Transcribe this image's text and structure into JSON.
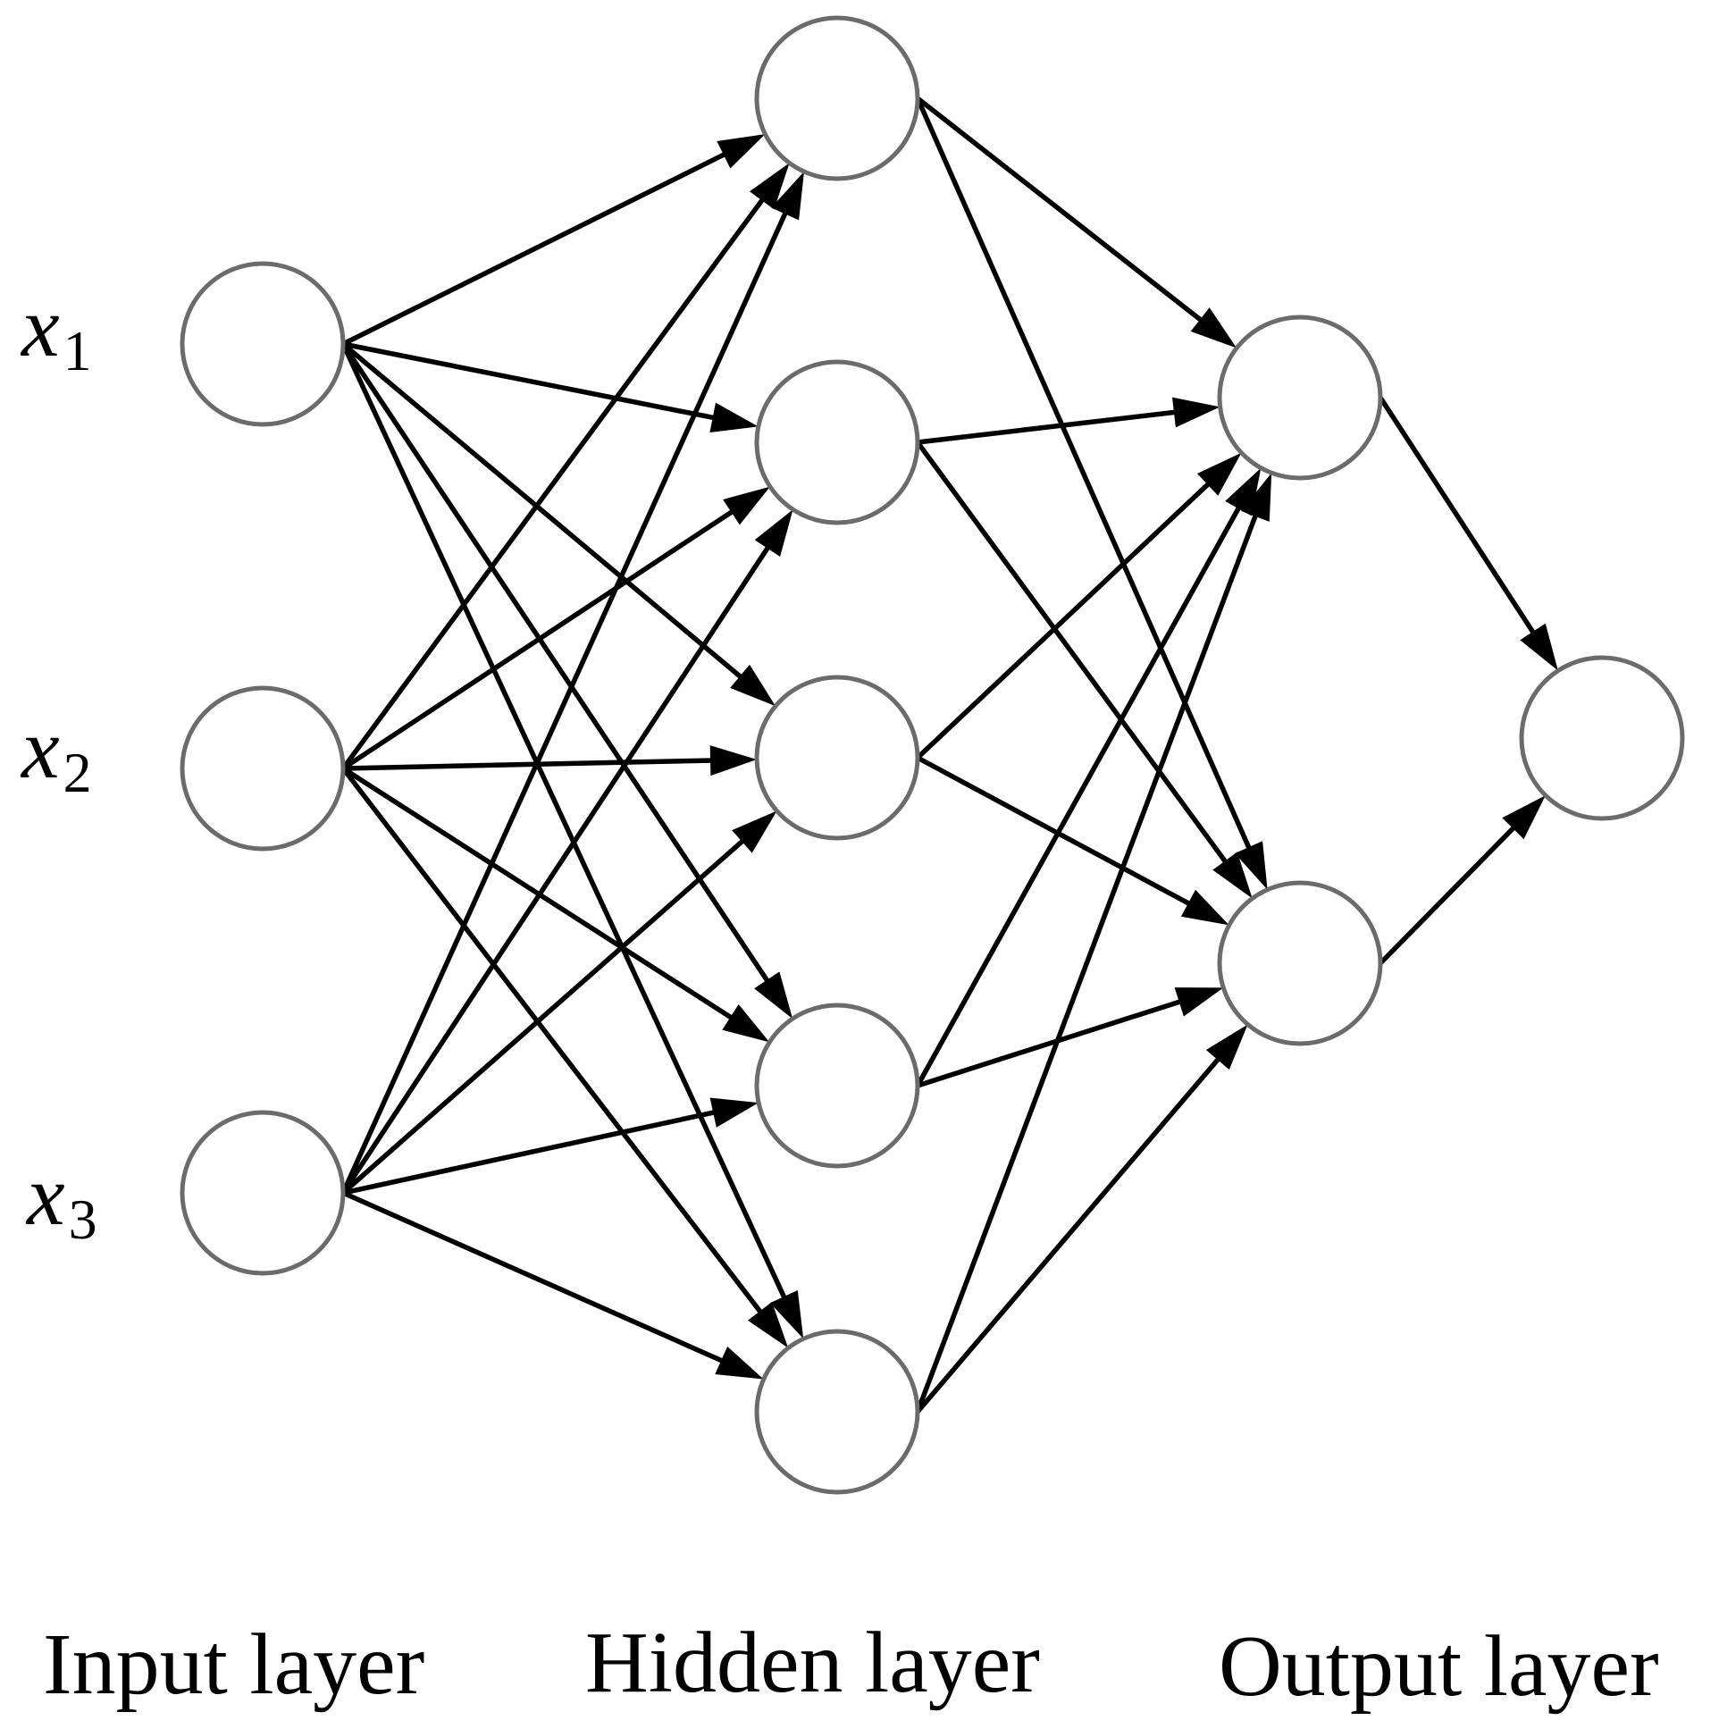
{
  "inputs": [
    {
      "var": "x",
      "sub": "1"
    },
    {
      "var": "x",
      "sub": "2"
    },
    {
      "var": "x",
      "sub": "3"
    }
  ],
  "layers": {
    "input": "Input layer",
    "hidden": "Hidden layer",
    "output": "Output layer"
  },
  "network": {
    "layer_sizes": [
      3,
      5,
      2,
      1
    ],
    "connectivity": "fully-connected",
    "edge_style": "arrow"
  }
}
